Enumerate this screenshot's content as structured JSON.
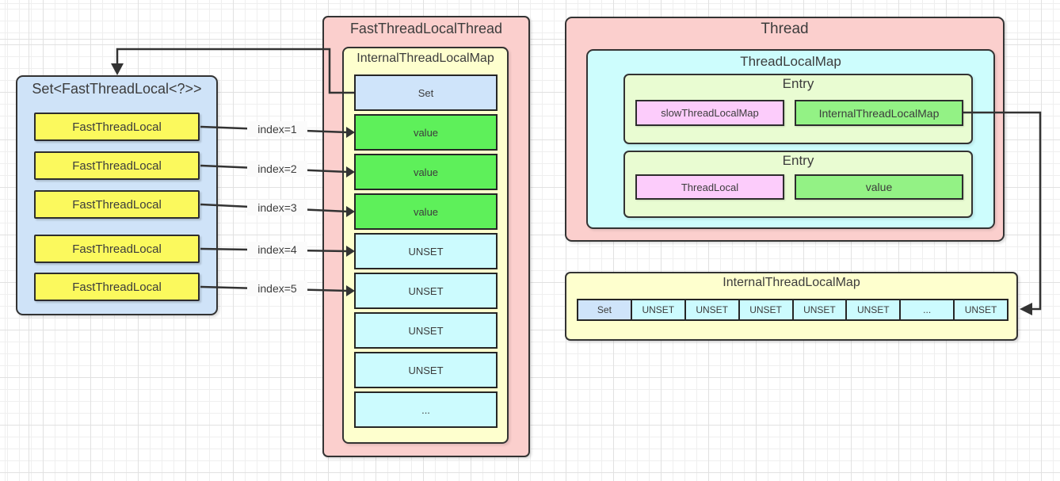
{
  "left_set_box": {
    "title": "Set<FastThreadLocal<?>>",
    "items": [
      "FastThreadLocal",
      "FastThreadLocal",
      "FastThreadLocal",
      "FastThreadLocal",
      "FastThreadLocal"
    ]
  },
  "index_labels": [
    "index=1",
    "index=2",
    "index=3",
    "index=4",
    "index=5"
  ],
  "fast_thread_local_thread": {
    "title": "FastThreadLocalThread",
    "map": {
      "title": "InternalThreadLocalMap",
      "cells": [
        {
          "label": "Set",
          "type": "set"
        },
        {
          "label": "value",
          "type": "value"
        },
        {
          "label": "value",
          "type": "value"
        },
        {
          "label": "value",
          "type": "value"
        },
        {
          "label": "UNSET",
          "type": "unset"
        },
        {
          "label": "UNSET",
          "type": "unset"
        },
        {
          "label": "UNSET",
          "type": "unset"
        },
        {
          "label": "UNSET",
          "type": "unset"
        },
        {
          "label": "...",
          "type": "unset"
        }
      ]
    }
  },
  "thread": {
    "title": "Thread",
    "map": {
      "title": "ThreadLocalMap",
      "entries": [
        {
          "title": "Entry",
          "key": "slowThreadLocalMap",
          "value": "InternalThreadLocalMap"
        },
        {
          "title": "Entry",
          "key": "ThreadLocal",
          "value": "value"
        }
      ]
    }
  },
  "internal_map_array": {
    "title": "InternalThreadLocalMap",
    "cells": [
      {
        "label": "Set",
        "type": "set"
      },
      {
        "label": "UNSET",
        "type": "unset"
      },
      {
        "label": "UNSET",
        "type": "unset"
      },
      {
        "label": "UNSET",
        "type": "unset"
      },
      {
        "label": "UNSET",
        "type": "unset"
      },
      {
        "label": "UNSET",
        "type": "unset"
      },
      {
        "label": "...",
        "type": "unset"
      },
      {
        "label": "UNSET",
        "type": "unset"
      }
    ]
  },
  "colors": {
    "container_pink": "#fbcfcd",
    "container_yellow": "#feffce",
    "container_blue": "#cfe3f8",
    "container_cyan": "#cdfdfd",
    "entry_green": "#e9fcd2",
    "cell_value_green": "#5ef05a",
    "cell_unset_cyan": "#ccfbfe",
    "cell_set_blue": "#cfe4fa",
    "box_yellow": "#fbf95d",
    "box_magenta": "#fcccfb",
    "box_green": "#93f285",
    "line": "#333333"
  }
}
